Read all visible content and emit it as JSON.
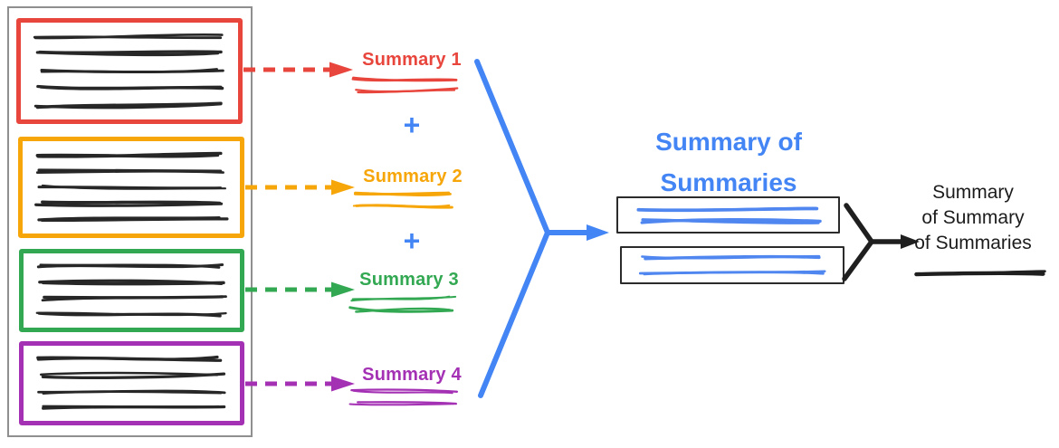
{
  "palette": {
    "red": "#e8453c",
    "orange": "#f6a609",
    "green": "#33a852",
    "purple": "#a431b4",
    "blue": "#4385f4",
    "ink": "#1f1f1f",
    "frame_gray": "#8f8f8f",
    "box_border": "#2b2b2b"
  },
  "source_document": {
    "sections": [
      {
        "name": "red",
        "border_color": "#e8453c",
        "scribble": {
          "lines": 5,
          "color": "#272727",
          "sw": 2.7,
          "seed": 2
        }
      },
      {
        "name": "orange",
        "border_color": "#f6a609",
        "scribble": {
          "lines": 5,
          "color": "#272727",
          "sw": 2.7,
          "seed": 8
        }
      },
      {
        "name": "green",
        "border_color": "#33a852",
        "scribble": {
          "lines": 4,
          "color": "#272727",
          "sw": 2.7,
          "seed": 14
        }
      },
      {
        "name": "purple",
        "border_color": "#a431b4",
        "scribble": {
          "lines": 4,
          "color": "#272727",
          "sw": 2.7,
          "seed": 21
        }
      }
    ]
  },
  "summary_items": [
    {
      "label": "Summary 1",
      "color": "#e8453c",
      "scribble": {
        "lines": 2,
        "color": "#e8453c",
        "sw": 2.3,
        "seed": 4
      }
    },
    {
      "label": "Summary 2",
      "color": "#f6a609",
      "scribble": {
        "lines": 2,
        "color": "#f6a609",
        "sw": 2.3,
        "seed": 6
      }
    },
    {
      "label": "Summary 3",
      "color": "#33a852",
      "scribble": {
        "lines": 2,
        "color": "#33a852",
        "sw": 2.3,
        "seed": 10
      }
    },
    {
      "label": "Summary 4",
      "color": "#a431b4",
      "scribble": {
        "lines": 2,
        "color": "#a431b4",
        "sw": 2.3,
        "seed": 12
      }
    }
  ],
  "plus_symbol": "+",
  "combined": {
    "title_lines": [
      "Summary of",
      "Summaries"
    ],
    "title_color": "#4385f4",
    "boxes": [
      {
        "scribble": {
          "lines": 2,
          "color": "#4f86ef",
          "sw": 3.1,
          "seed": 16
        }
      },
      {
        "scribble": {
          "lines": 2,
          "color": "#4f86ef",
          "sw": 3.1,
          "seed": 18
        }
      }
    ]
  },
  "final_summary": {
    "label_lines": [
      "Summary",
      "of Summary",
      "of Summaries"
    ],
    "color": "#1c1c1c",
    "scribble": {
      "lines": 1,
      "color": "#1f1f1f",
      "sw": 3.4,
      "seed": 23
    }
  }
}
